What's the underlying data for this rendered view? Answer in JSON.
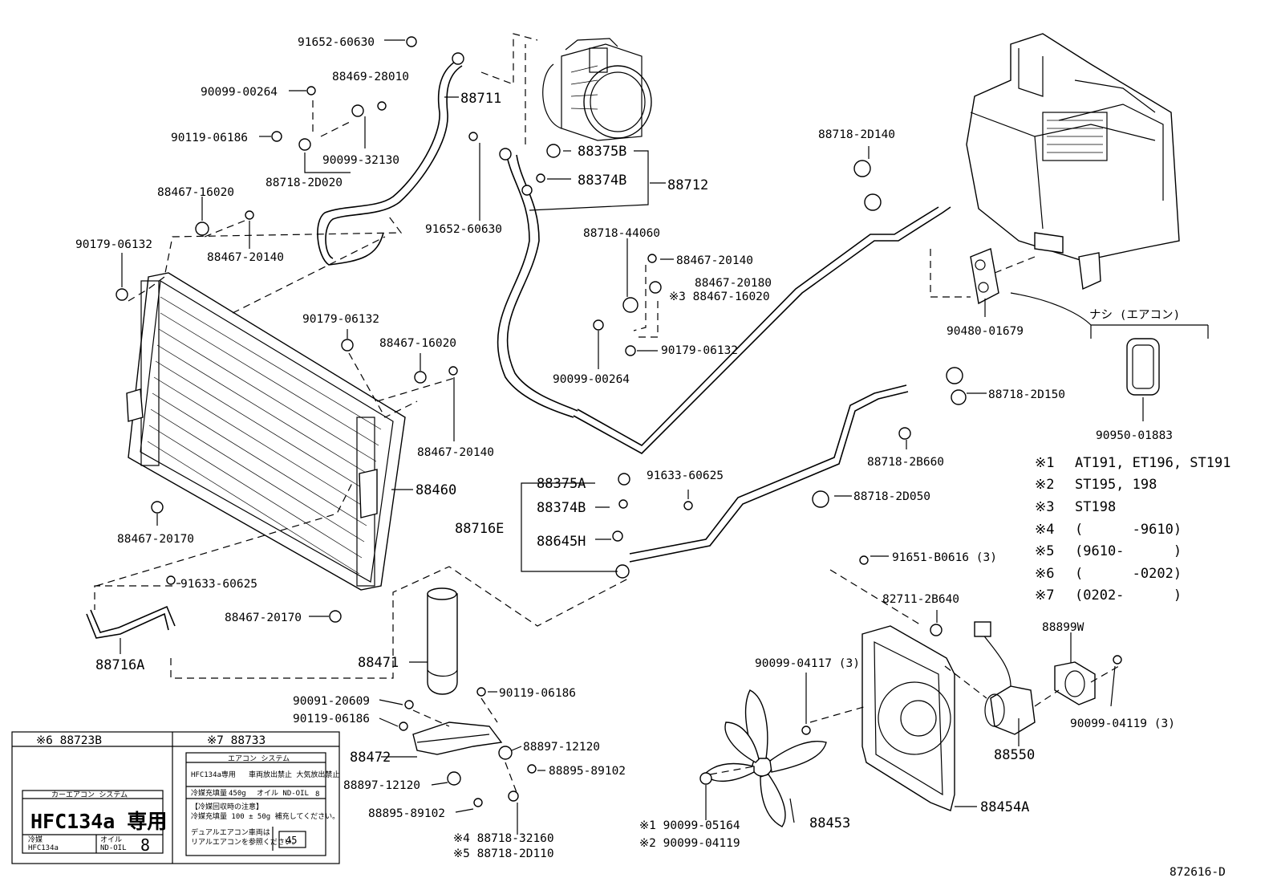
{
  "parts": {
    "p_91652_60630_top": "91652-60630",
    "p_88711": "88711",
    "p_90099_00264_top": "90099-00264",
    "p_88469_28010": "88469-28010",
    "p_90119_06186_top": "90119-06186",
    "p_90099_32130": "90099-32130",
    "p_88718_2D020": "88718-2D020",
    "p_88467_16020_a": "88467-16020",
    "p_90179_06132_a": "90179-06132",
    "p_88467_20140_a": "88467-20140",
    "p_88375B": "88375B",
    "p_88374B": "88374B",
    "p_88712": "88712",
    "p_91652_60630_mid": "91652-60630",
    "p_88718_44060": "88718-44060",
    "p_88467_20140_b": "88467-20140",
    "p_88467_20180": "88467-20180",
    "p_88467_16020_b": "※3 88467-16020",
    "p_90179_06132_b": "90179-06132",
    "p_90099_00264_mid": "90099-00264",
    "p_90179_06132_c": "90179-06132",
    "p_88467_16020_c": "88467-16020",
    "p_88467_20140_c": "88467-20140",
    "p_88460": "88460",
    "p_88467_20170_a": "88467-20170",
    "p_91633_60625_a": "91633-60625",
    "p_88467_20170_b": "88467-20170",
    "p_88716A": "88716A",
    "p_88718_2D140": "88718-2D140",
    "p_90480_01679": "90480-01679",
    "p_nashi": "ナシ (エアコン)",
    "p_90950_01883": "90950-01883",
    "p_88718_2D150": "88718-2D150",
    "p_88718_2B660": "88718-2B660",
    "p_88375A": "88375A",
    "p_88374B_b": "88374B",
    "p_88716E": "88716E",
    "p_88645H": "88645H",
    "p_91633_60625_b": "91633-60625",
    "p_88718_2D050": "88718-2D050",
    "p_91651_B0616": "91651-B0616 (3)",
    "p_82711_2B640": "82711-2B640",
    "p_88899W": "88899W",
    "p_90099_04117": "90099-04117 (3)",
    "p_90099_04119_3": "90099-04119 (3)",
    "p_88550": "88550",
    "p_88454A": "88454A",
    "p_88453": "88453",
    "p_90099_05164": "※1 90099-05164",
    "p_90099_04119": "※2 90099-04119",
    "p_88471": "88471",
    "p_90091_20609": "90091-20609",
    "p_90119_06186_b": "90119-06186",
    "p_90119_06186_c": "90119-06186",
    "p_88472": "88472",
    "p_88897_12120_a": "88897-12120",
    "p_88895_89102_a": "88895-89102",
    "p_88897_12120_b": "88897-12120",
    "p_88895_89102_b": "88895-89102",
    "p_88718_32160": "※4 88718-32160",
    "p_88718_2D110": "※5 88718-2D110"
  },
  "notes": [
    {
      "mark": "※1",
      "text": "AT191, ET196, ST191"
    },
    {
      "mark": "※2",
      "text": "ST195, 198"
    },
    {
      "mark": "※3",
      "text": "ST198"
    },
    {
      "mark": "※4",
      "text": "(      -9610)"
    },
    {
      "mark": "※5",
      "text": "(9610-      )"
    },
    {
      "mark": "※6",
      "text": "(      -0202)"
    },
    {
      "mark": "※7",
      "text": "(0202-      )"
    }
  ],
  "label_box": {
    "left_header": "※6 88723B",
    "right_header": "※7 88733",
    "left_small_title": "カーエアコン システム",
    "left_big": "HFC134a 専用",
    "left_refrig_label": "冷媒",
    "left_refrig_value": "HFC134a",
    "left_oil_label": "オイル",
    "left_oil_value": "ND-OIL",
    "left_oil_number": "8",
    "right_title": "エアコン システム",
    "right_hfc": "HFC134a専用",
    "right_warning": "車両放出禁止 大気放出禁止",
    "right_fill_label": "冷媒充填量",
    "right_fill_value": "450g",
    "right_oil": "オイル ND-OIL",
    "right_oil_number": "8",
    "right_note_1": "【冷媒回収時の注意】",
    "right_note_2": "冷媒充填量 100 ± 50g 補充してください。",
    "right_note_3": "デュアルエアコン車両は",
    "right_note_4": "リアルエアコンを参照ください。",
    "right_number": "45"
  },
  "diagram_code": "872616-D"
}
